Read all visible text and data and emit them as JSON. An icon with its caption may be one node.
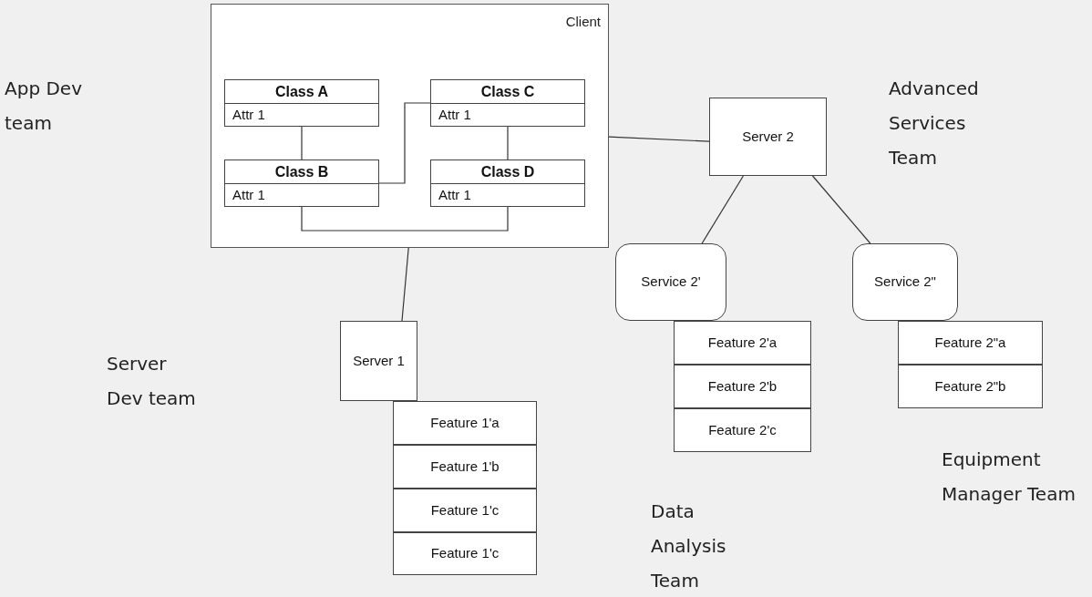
{
  "diagram": {
    "nodes": [
      {
        "text": [
          "Client"
        ]
      },
      {
        "text": [
          "Class A",
          "Attr 1"
        ],
        "in": 0
      },
      {
        "text": [
          "Class C",
          "Attr 1"
        ],
        "in": 0
      },
      {
        "text": [
          "Class B",
          "Attr 1"
        ],
        "in": 0
      },
      {
        "text": [
          "Class D",
          "Attr 1"
        ],
        "in": 0
      },
      {
        "text": [
          "Server 2"
        ]
      },
      {
        "text": [
          "Service 2'"
        ]
      },
      {
        "text": [
          "Service 2\""
        ]
      },
      {
        "text": [
          "Server 1"
        ]
      },
      {
        "text": [
          "Feature 1'a"
        ]
      },
      {
        "text": [
          "Feature 1'b"
        ]
      },
      {
        "text": [
          "Feature 1'c"
        ]
      },
      {
        "text": [
          "Feature 1'c"
        ]
      },
      {
        "text": [
          "Feature 2'a"
        ]
      },
      {
        "text": [
          "Feature 2'b"
        ]
      },
      {
        "text": [
          "Feature 2'c"
        ]
      },
      {
        "text": [
          "Feature 2\"a"
        ]
      },
      {
        "text": [
          "Feature 2\"b"
        ]
      }
    ],
    "edges": [
      {
        "from": 1,
        "to": 3,
        "arrow": "none"
      },
      {
        "from": 3,
        "to": 2,
        "arrow": "none"
      },
      {
        "from": 2,
        "to": 4,
        "arrow": "none"
      },
      {
        "from": 3,
        "to": 4,
        "arrow": "none"
      },
      {
        "from": 0,
        "to": 5,
        "arrow": "none"
      },
      {
        "from": 0,
        "to": 8,
        "arrow": "none"
      },
      {
        "from": 5,
        "to": 6,
        "arrow": "none"
      },
      {
        "from": 5,
        "to": 7,
        "arrow": "none"
      }
    ],
    "labels": [
      "App Dev team",
      "Advanced Services Team",
      "Server Dev team",
      "Data Analysis Team",
      "Equipment Manager Team"
    ]
  }
}
